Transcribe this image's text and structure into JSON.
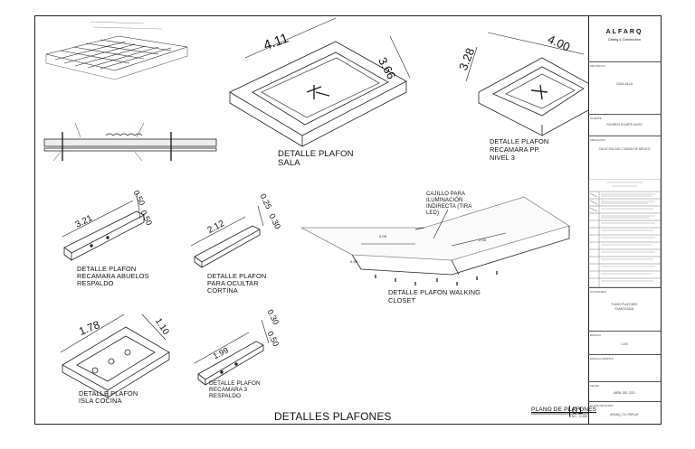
{
  "details": {
    "sala": {
      "dim_a": "4.11",
      "dim_b": "3.66",
      "label_1": "DETALLE PLAFON",
      "label_2": "SALA"
    },
    "recamara_pp": {
      "dim_a": "3.28",
      "dim_b": "4.00",
      "label_1": "DETALLE PLAFON",
      "label_2": "RECAMARA PP.",
      "label_3": "NIVEL 3"
    },
    "abuelos": {
      "dim_a": "3.21",
      "dim_b": "0.50",
      "dim_c": "0.50",
      "label_1": "DETALLE PLAFON",
      "label_2": "RECAMARA ABUELOS",
      "label_3": "RESPALDO"
    },
    "cortina": {
      "dim_a": "2.12",
      "dim_b": "0.25",
      "dim_c": "0.30",
      "label_1": "DETALLE PLAFON",
      "label_2": "PARA OCULTAR",
      "label_3": "CORTINA"
    },
    "walking": {
      "note_1": "CAJILLO PARA",
      "note_2": "ILUMINACIÓN",
      "note_3": "INDIRECTA (TIRA",
      "note_4": "LED)",
      "dim_a": "2.00",
      "dim_b": "2.00",
      "dim_c": "0.90",
      "label_1": "DETALLE PLAFON WALKING",
      "label_2": "CLOSET"
    },
    "isla": {
      "dim_a": "1.78",
      "dim_b": "1.10",
      "label_1": "DETALLE PLAFON",
      "label_2": "ISLA COCINA"
    },
    "recamara3": {
      "dim_a": "1.99",
      "dim_b": "0.30",
      "dim_c": "0.50",
      "label_1": "DETALLE PLAFON",
      "label_2": "RECAMARA 3",
      "label_3": "RESPALDO"
    }
  },
  "sheet_title": "DETALLES PLAFONES",
  "plan": {
    "title": "PLANO DE PLAFONES",
    "scale": "ESC.: 1:100",
    "number": "01"
  },
  "titleblock": {
    "brand": "ALFARQ",
    "brand_sub": "Desing & Construction",
    "h_proyecto": "PROYECTO",
    "proyecto": "CASA VILLA",
    "h_cliente": "CLIENTE",
    "cliente": "RICARDO DUARTE ALVEZ",
    "h_ubicacion": "UBICACIÓN",
    "ubicacion": "CALLE VOLCÁN, CIUDAD DE MÉXICO",
    "h_contenido": "CONTENIDO",
    "contenido_1": "PLANO PLAFONES",
    "contenido_2": "PLANTA BAJA",
    "h_escala": "ESCALA",
    "escala": "1:100",
    "h_escala_grafica": "ESCALA GRÁFICA",
    "h_fecha": "FECHA",
    "fecha": "ABRIL DEL 2021",
    "h_clave": "CLAVE DE PLANO",
    "clave": "ARANQ_CV_PBPLAF"
  }
}
